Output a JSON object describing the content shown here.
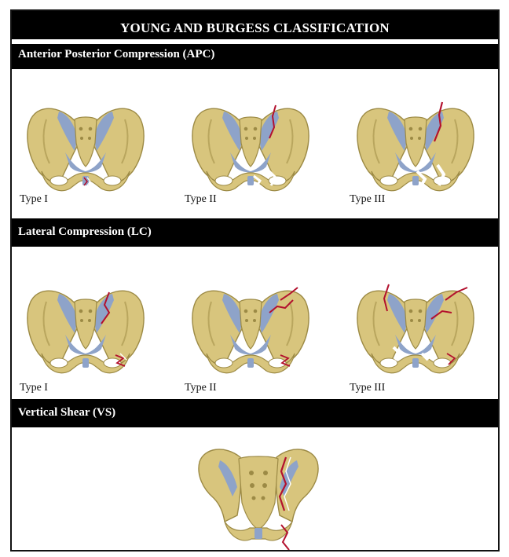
{
  "title": "YOUNG AND BURGESS CLASSIFICATION",
  "sections": [
    {
      "heading": "Anterior Posterior Compression (APC)",
      "types": [
        "Type I",
        "Type II",
        "Type III"
      ]
    },
    {
      "heading": "Lateral Compression (LC)",
      "types": [
        "Type I",
        "Type II",
        "Type III"
      ]
    },
    {
      "heading": "Vertical Shear (VS)",
      "types": []
    }
  ],
  "colors": {
    "bone": "#d8c57d",
    "bone_edge": "#9c8a45",
    "ligament": "#8ea3c9",
    "fracture": "#b3112e"
  }
}
